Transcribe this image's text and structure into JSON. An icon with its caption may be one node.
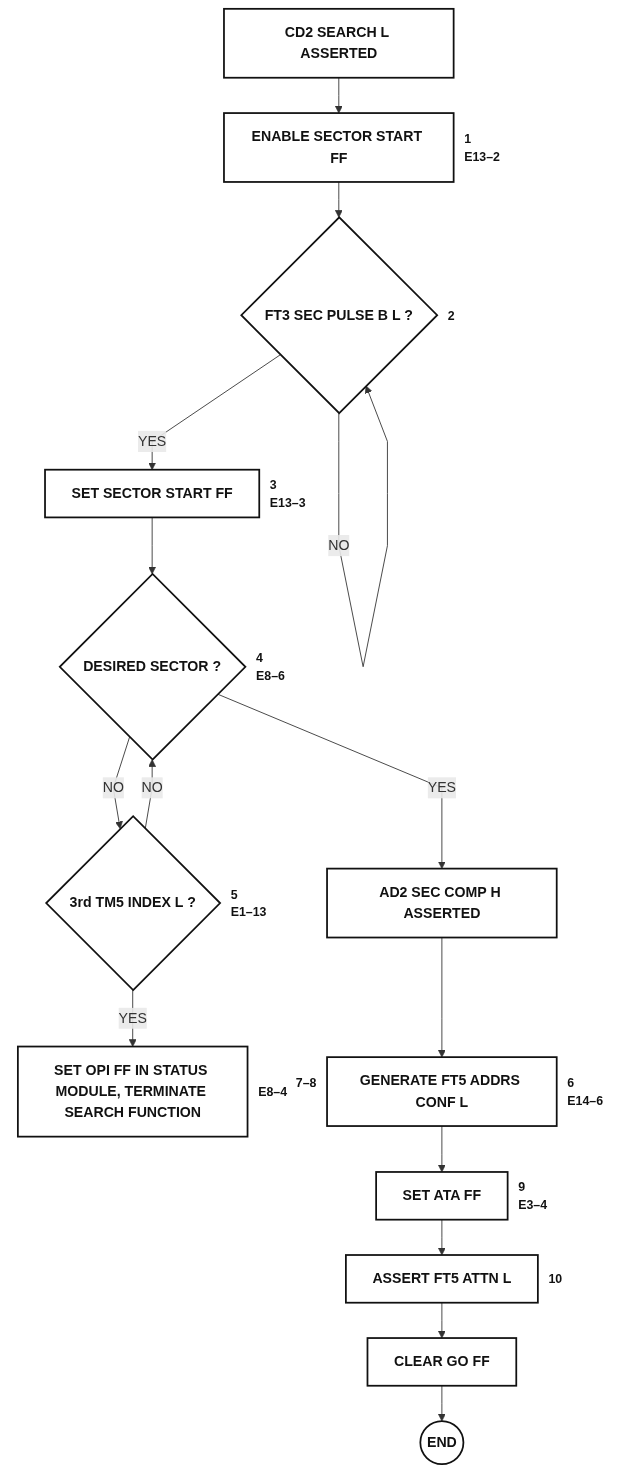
{
  "diagram": {
    "nodes": [
      {
        "text": [
          "CD2 SEARCH L ASSERTED"
        ]
      },
      {
        "text": [
          "ENABLE SECTOR START FF"
        ],
        "beside": [
          "1",
          "E13–2"
        ]
      },
      {
        "text": [
          "FT3 SEC PULSE B L ?"
        ],
        "beside": [
          "2"
        ]
      },
      {
        "text": [
          "SET SECTOR START FF"
        ],
        "beside": [
          "3",
          "E13–3"
        ]
      },
      {
        "text": [
          "DESIRED SECTOR ?"
        ],
        "beside": [
          "4",
          "E8–6"
        ]
      },
      {
        "text": [
          "AD2 SEC COMP H ASSERTED"
        ]
      },
      {
        "text": [
          "3rd TM5 INDEX L ?"
        ],
        "beside": [
          "5",
          "E1–13"
        ]
      },
      {
        "text": [
          "SET OPI FF IN STATUS MODULE, TERMINATE SEARCH FUNCTION"
        ],
        "beside": [
          "E8–4"
        ]
      },
      {
        "text": [
          "GENERATE FT5 ADDRS CONF L"
        ],
        "beside": [
          "7–8",
          "6",
          "E14–6"
        ]
      },
      {
        "text": [
          "SET ATA FF"
        ],
        "beside": [
          "9",
          "E3–4"
        ]
      },
      {
        "text": [
          "ASSERT FT5 ATTN L"
        ],
        "beside": [
          "10"
        ]
      },
      {
        "text": [
          "CLEAR GO FF"
        ]
      },
      {
        "text": [
          "END"
        ]
      }
    ],
    "edges": [
      {
        "from": 0,
        "to": 1,
        "arrow": "to"
      },
      {
        "from": 1,
        "to": 2,
        "arrow": "to"
      },
      {
        "from": 2,
        "to": 2,
        "arrow": "to",
        "label": "NO"
      },
      {
        "from": 2,
        "to": 3,
        "arrow": "to",
        "label": "YES"
      },
      {
        "from": 3,
        "to": 4,
        "arrow": "to"
      },
      {
        "from": 4,
        "to": 6,
        "arrow": "to",
        "label": "NO"
      },
      {
        "from": 6,
        "to": 4,
        "arrow": "to",
        "label": "NO"
      },
      {
        "from": 4,
        "to": 5,
        "arrow": "to",
        "label": "YES"
      },
      {
        "from": 6,
        "to": 7,
        "arrow": "to",
        "label": "YES"
      },
      {
        "from": 5,
        "to": 8,
        "arrow": "to"
      },
      {
        "from": 8,
        "to": 9,
        "arrow": "to"
      },
      {
        "from": 9,
        "to": 10,
        "arrow": "to"
      },
      {
        "from": 10,
        "to": 11,
        "arrow": "to"
      },
      {
        "from": 11,
        "to": 12,
        "arrow": "to"
      }
    ]
  }
}
